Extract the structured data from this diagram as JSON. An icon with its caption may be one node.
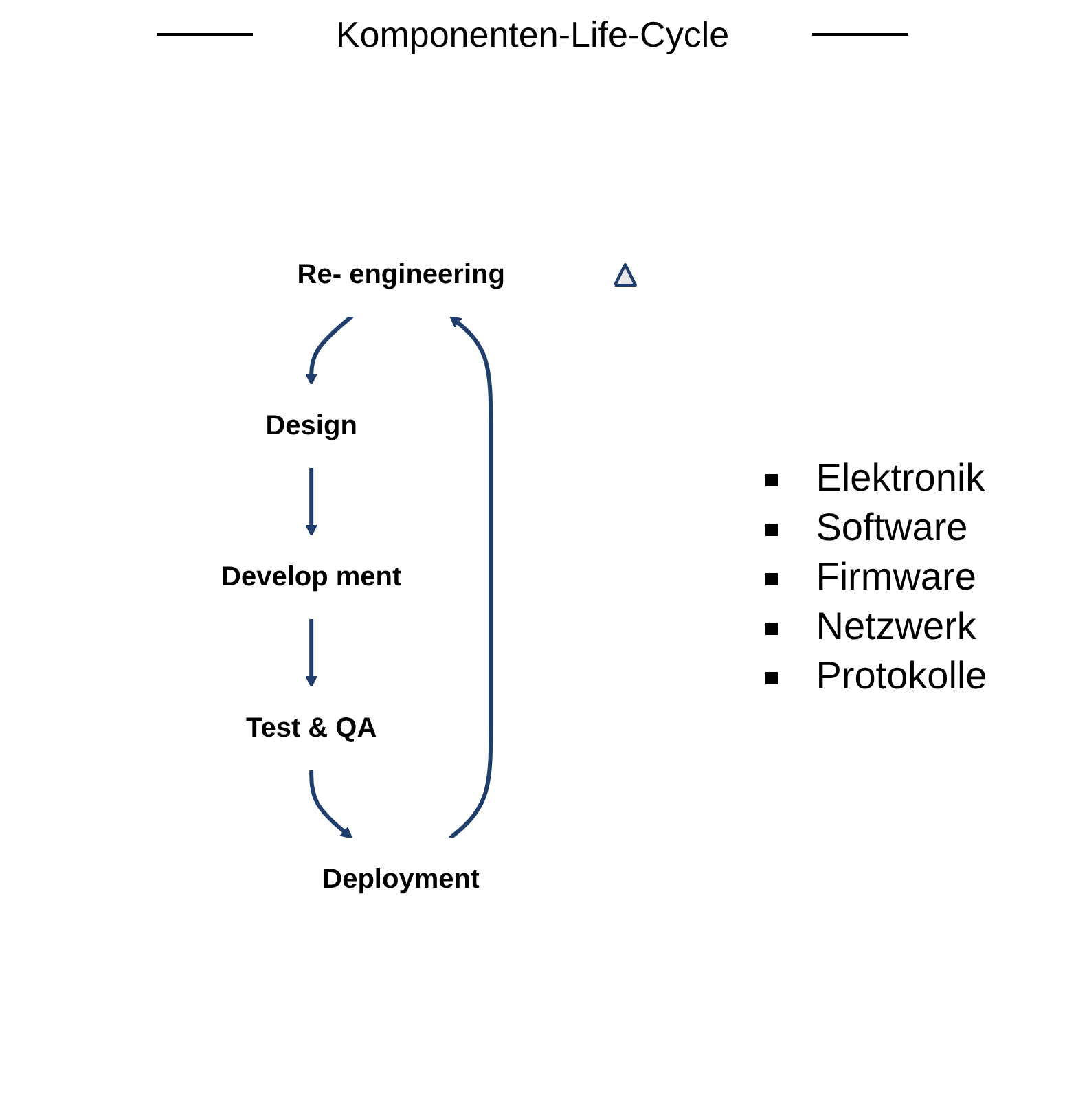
{
  "diagram": {
    "title": "Komponenten-Life-Cycle",
    "nodes": [
      {
        "text": [
          "Re- engineering"
        ]
      },
      {
        "text": [
          "Design"
        ]
      },
      {
        "text": [
          "Develop ment"
        ]
      },
      {
        "text": [
          "Test & QA"
        ]
      },
      {
        "text": [
          "Deployment"
        ]
      },
      {
        "text": [],
        "shape": "triangle"
      }
    ],
    "edges": [
      {
        "from": 0,
        "to": 1,
        "arrow": "to"
      },
      {
        "from": 1,
        "to": 2,
        "arrow": "to"
      },
      {
        "from": 2,
        "to": 3,
        "arrow": "to"
      },
      {
        "from": 3,
        "to": 4,
        "arrow": "to"
      },
      {
        "from": 4,
        "to": 0,
        "arrow": "to"
      }
    ],
    "labels": [
      "Elektronik",
      "Software",
      "Firmware",
      "Netzwerk",
      "Protokolle"
    ]
  }
}
